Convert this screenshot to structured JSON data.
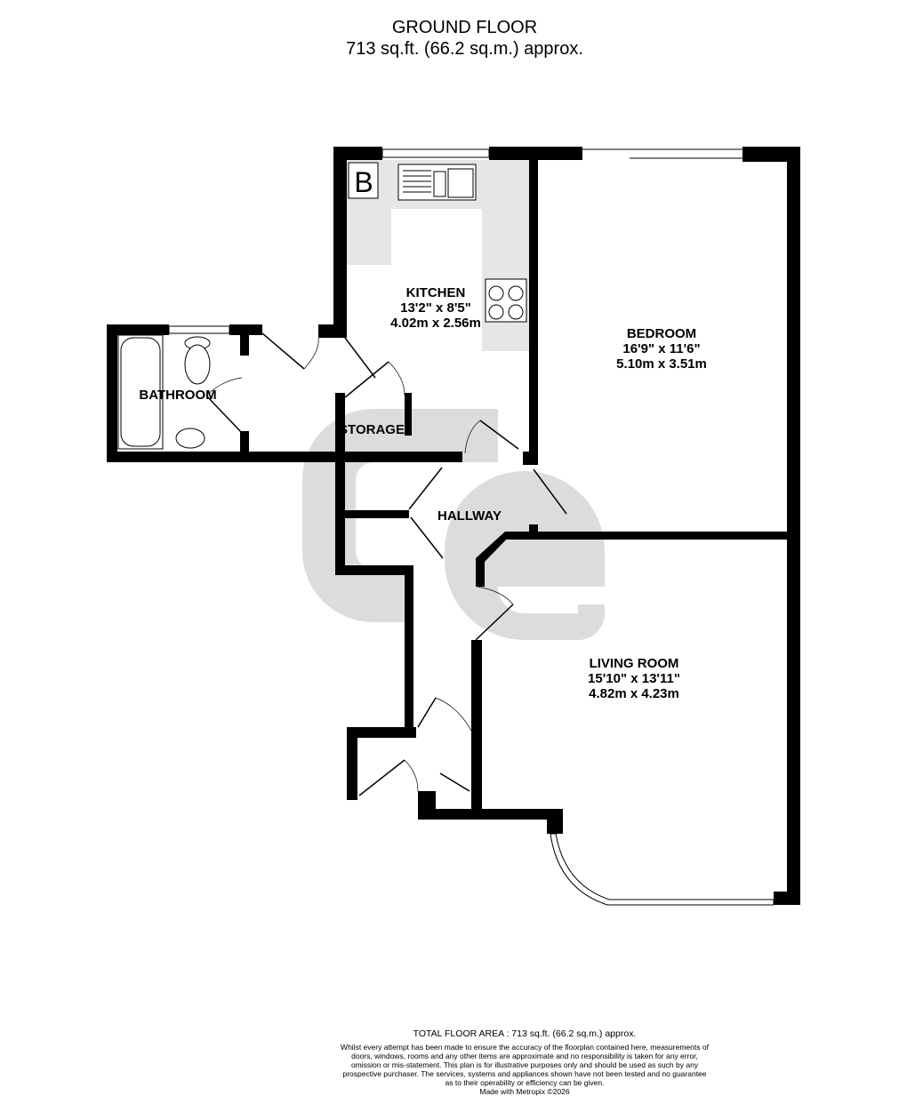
{
  "header": {
    "floor": "GROUND FLOOR",
    "area": "713 sq.ft. (66.2 sq.m.) approx."
  },
  "rooms": {
    "kitchen": {
      "name": "KITCHEN",
      "imperial": "13'2\"  x 8'5\"",
      "metric": "4.02m  x 2.56m"
    },
    "bedroom": {
      "name": "BEDROOM",
      "imperial": "16'9\"  x 11'6\"",
      "metric": "5.10m  x 3.51m"
    },
    "bathroom": {
      "name": "BATHROOM"
    },
    "storage": {
      "name": "STORAGE"
    },
    "hallway": {
      "name": "HALLWAY"
    },
    "living": {
      "name": "LIVING ROOM",
      "imperial": "15'10\"  x 13'11\"",
      "metric": "4.82m  x 4.23m"
    }
  },
  "boiler_label": "B",
  "footer": {
    "total": "TOTAL FLOOR AREA : 713 sq.ft. (66.2 sq.m.) approx.",
    "disclaimer": "Whilst every attempt has been made to ensure the accuracy of the floorplan contained here, measurements of doors, windows, rooms and any other items are approximate and no responsibility is taken for any error, omission or mis-statement. This plan is for illustrative purposes only and should be used as such by any prospective purchaser. The services, systems and appliances shown have not been tested and no guarantee as to their operability or efficiency can be given.",
    "made": "Made with Metropix ©2026"
  },
  "colors": {
    "wall": "#000000",
    "worktop": "#e6e6e6",
    "watermark": "#d0d0d0"
  }
}
